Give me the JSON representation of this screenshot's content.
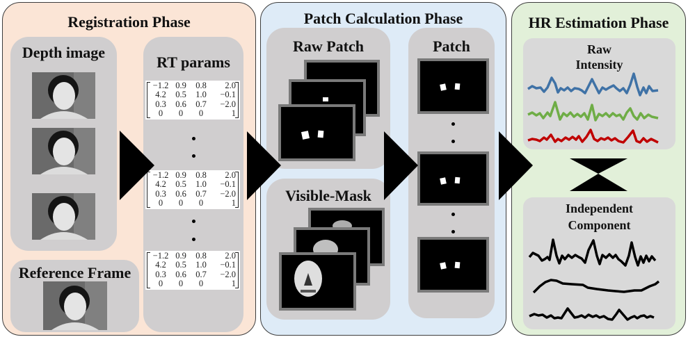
{
  "phases": {
    "registration": {
      "title": "Registration Phase",
      "color": "#fbe5d6",
      "panels": {
        "depth_image": {
          "title": "Depth image",
          "image_count": 3
        },
        "rt_params": {
          "title": "RT params",
          "matrix": [
            [
              "−1.2",
              "0.9",
              "0.8",
              "2.0"
            ],
            [
              "4.2",
              "0.5",
              "1.0",
              "−0.1"
            ],
            [
              "0.3",
              "0.6",
              "0.7",
              "−2.0"
            ],
            [
              "0",
              "0",
              "0",
              "1"
            ]
          ],
          "matrix_count": 3
        },
        "reference_frame": {
          "title": "Reference Frame"
        }
      }
    },
    "patch_calculation": {
      "title": "Patch Calculation Phase",
      "color": "#deebf7",
      "panels": {
        "raw_patch": {
          "title": "Raw Patch"
        },
        "visible_mask": {
          "title": "Visible-Mask"
        },
        "patch": {
          "title": "Patch",
          "frame_count": 3
        }
      }
    },
    "hr_estimation": {
      "title": "HR Estimation Phase",
      "color": "#e2f0d9",
      "panels": {
        "raw_intensity": {
          "title_line1": "Raw",
          "title_line2": "Intensity",
          "signals": [
            {
              "name": "blue-channel",
              "color": "#3f72a6"
            },
            {
              "name": "green-channel",
              "color": "#6fad46"
            },
            {
              "name": "red-channel",
              "color": "#c00000"
            }
          ]
        },
        "independent_component": {
          "title_line1": "Independent",
          "title_line2": "Component",
          "signals": [
            {
              "name": "component-1",
              "color": "#000000"
            },
            {
              "name": "component-2",
              "color": "#000000"
            },
            {
              "name": "component-3",
              "color": "#000000"
            }
          ]
        }
      }
    }
  },
  "colors": {
    "panel_gray": "#d0cecf",
    "arrow": "#000000"
  }
}
